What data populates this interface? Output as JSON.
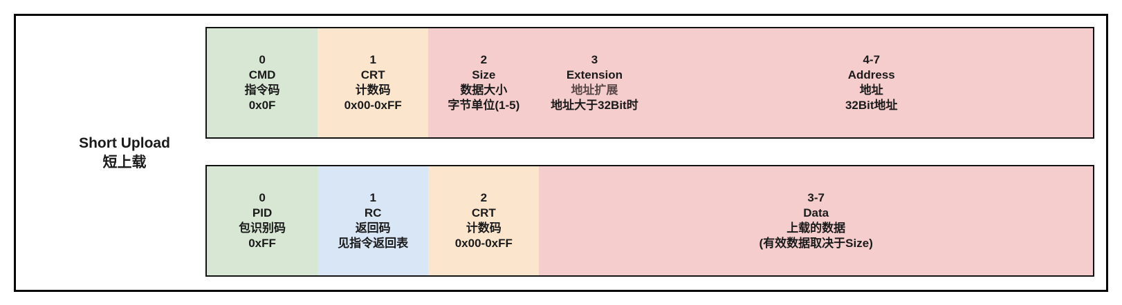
{
  "diagram": {
    "title": {
      "en": "Short Upload",
      "cn": "短上载"
    },
    "colors": {
      "green": "#d7e7d3",
      "orange": "#fce5cd",
      "blue": "#d8e6f6",
      "pink": "#f5cdcd",
      "frame_border": "#000000",
      "block_border": "#111111",
      "text": "#1a1a1a",
      "muted_text": "#5a4848"
    },
    "rows": [
      {
        "role": "command-packet",
        "fields": [
          {
            "byte": "0",
            "name": "CMD",
            "cn": "指令码",
            "desc": "0x0F",
            "color": "green",
            "span": 1
          },
          {
            "byte": "1",
            "name": "CRT",
            "cn": "计数码",
            "desc": "0x00-0xFF",
            "color": "orange",
            "span": 1
          },
          {
            "byte": "2",
            "name": "Size",
            "cn": "数据大小",
            "desc": "字节单位(1-5)",
            "color": "pink",
            "span": 1
          },
          {
            "byte": "3",
            "name": "Extension",
            "cn": "地址扩展",
            "desc": "地址大于32Bit时",
            "color": "pink",
            "span": 1,
            "cn_muted": true
          },
          {
            "byte": "4-7",
            "name": "Address",
            "cn": "地址",
            "desc": "32Bit地址",
            "color": "pink",
            "span": 4
          }
        ]
      },
      {
        "role": "response-packet",
        "fields": [
          {
            "byte": "0",
            "name": "PID",
            "cn": "包识别码",
            "desc": "0xFF",
            "color": "green",
            "span": 1
          },
          {
            "byte": "1",
            "name": "RC",
            "cn": "返回码",
            "desc": "见指令返回表",
            "color": "blue",
            "span": 1
          },
          {
            "byte": "2",
            "name": "CRT",
            "cn": "计数码",
            "desc": "0x00-0xFF",
            "color": "orange",
            "span": 1
          },
          {
            "byte": "3-7",
            "name": "Data",
            "cn": "上载的数据",
            "desc": "(有效数据取决于Size)",
            "color": "pink",
            "span": 5
          }
        ]
      }
    ]
  }
}
